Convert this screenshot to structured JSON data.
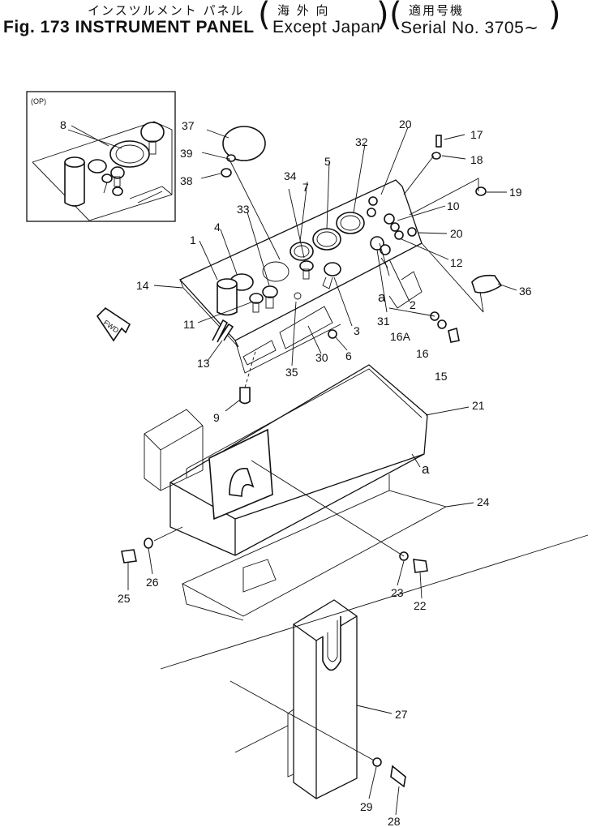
{
  "header": {
    "title_jp": "インスツルメント パネル",
    "title_en": "Fig. 173 INSTRUMENT PANEL",
    "region_jp": "海 外 向",
    "region_en": "Except Japan",
    "serial_jp": "適用号機",
    "serial_en": "Serial No. 3705∼"
  },
  "inset": {
    "label": "(OP)"
  },
  "fwd_label": "FWD",
  "callouts": {
    "c1": "1",
    "c2": "2",
    "c3": "3",
    "c4": "4",
    "c5": "5",
    "c6": "6",
    "c7": "7",
    "c8": "8",
    "c9": "9",
    "c10": "10",
    "c11": "11",
    "c12": "12",
    "c13": "13",
    "c14": "14",
    "c15": "15",
    "c16": "16",
    "c16a": "16A",
    "c17": "17",
    "c18": "18",
    "c19": "19",
    "c20a": "20",
    "c20b": "20",
    "c21": "21",
    "c22": "22",
    "c23": "23",
    "c24": "24",
    "c25": "25",
    "c26": "26",
    "c27": "27",
    "c28": "28",
    "c29": "29",
    "c30": "30",
    "c31": "31",
    "c32": "32",
    "c33": "33",
    "c34": "34",
    "c35": "35",
    "c36": "36",
    "c37": "37",
    "c38": "38",
    "c39": "39",
    "ca1": "a",
    "ca2": "a"
  }
}
